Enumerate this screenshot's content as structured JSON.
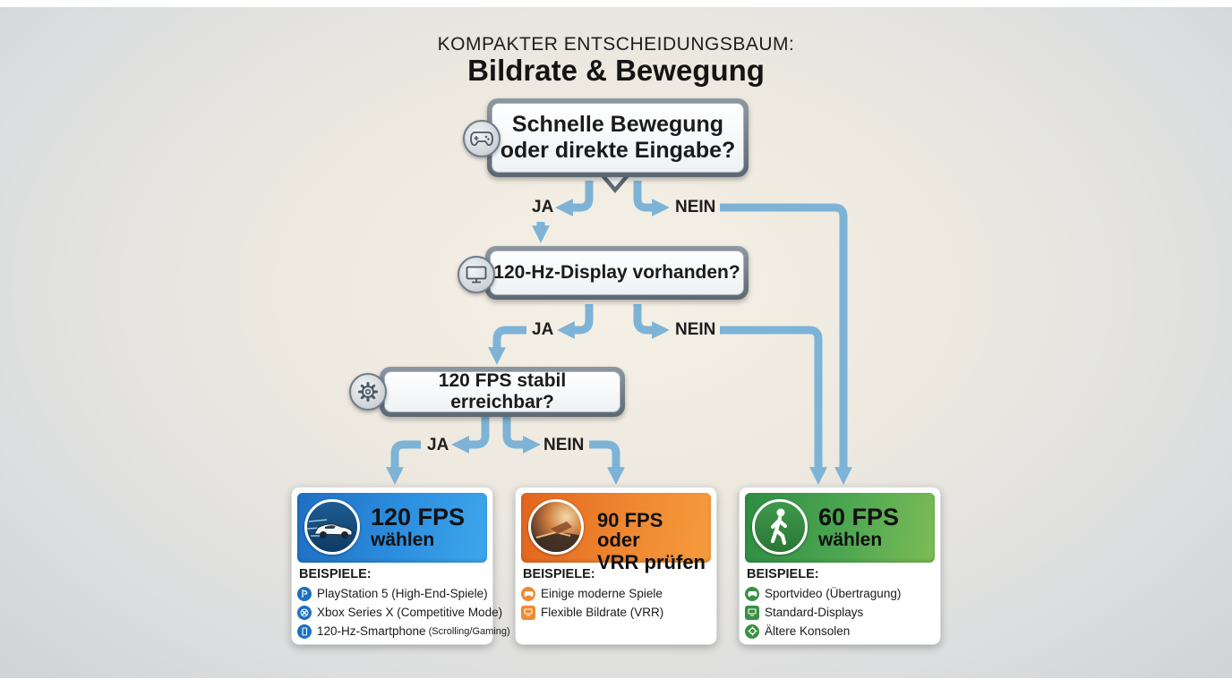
{
  "header": {
    "subtitle": "KOMPAKTER ENTSCHEIDUNGSBAUM:",
    "title": "Bildrate & Bewegung"
  },
  "questions": [
    {
      "line1": "Schnelle Bewegung",
      "line2": "oder direkte Eingabe?",
      "icon": "gamepad-icon"
    },
    {
      "text": "120-Hz-Display vorhanden?",
      "icon": "monitor-icon"
    },
    {
      "text": "120 FPS stabil erreichbar?",
      "icon": "gear-icon"
    }
  ],
  "labels": {
    "yes": "JA",
    "no": "NEIN"
  },
  "colors": {
    "arrow": "#7db3d6",
    "blue": "#2c8fe0",
    "orange": "#ef8730",
    "green": "#4fa851"
  },
  "outcomes": [
    {
      "line1": "120 FPS",
      "line2": "wählen",
      "icon": "race-car-icon",
      "examples_label": "BEISPIELE:",
      "examples": [
        {
          "text": "PlayStation 5 (High-End-Spiele)",
          "icon": "playstation-icon"
        },
        {
          "text": "Xbox Series X (Competitive Mode)",
          "icon": "xbox-icon"
        },
        {
          "text": "120-Hz-Smartphone",
          "note": "(Scrolling/Gaming)",
          "icon": "smartphone-icon"
        }
      ]
    },
    {
      "line1": "90 FPS oder",
      "line2": "VRR prüfen",
      "icon": "motion-scene-icon",
      "examples_label": "BEISPIELE:",
      "examples": [
        {
          "text": "Einige moderne Spiele",
          "icon": "gamepad-icon"
        },
        {
          "text": "Flexible Bildrate (VRR)",
          "icon": "monitor-icon"
        }
      ]
    },
    {
      "line1": "60 FPS",
      "line2": "wählen",
      "icon": "walking-person-icon",
      "examples_label": "BEISPIELE:",
      "examples": [
        {
          "text": "Sportvideo (Übertragung)",
          "icon": "gamepad-icon"
        },
        {
          "text": "Standard-Displays",
          "icon": "monitor-icon"
        },
        {
          "text": "Ältere Konsolen",
          "icon": "gear-icon"
        }
      ]
    }
  ]
}
